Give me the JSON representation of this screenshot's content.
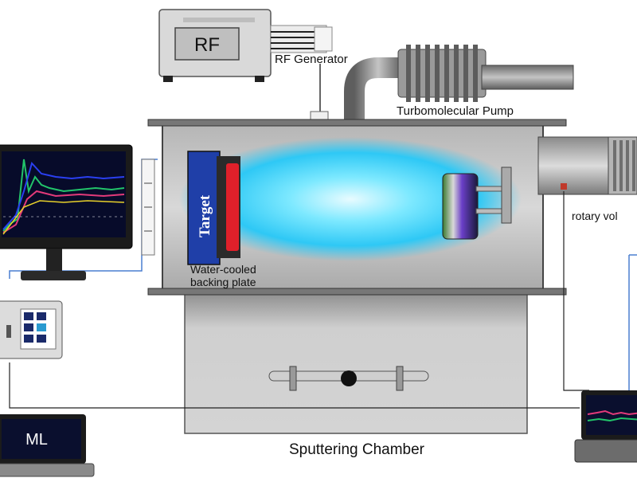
{
  "labels": {
    "rf_box": "RF",
    "rf_generator": "RF Generator",
    "turbo_pump": "Turbomolecular Pump",
    "target": "Target",
    "backing_plate_line1": "Water-cooled",
    "backing_plate_line2": "backing plate",
    "rotary": "rotary vol",
    "chamber": "Sputtering Chamber",
    "laptop": "ML"
  },
  "colors": {
    "plasma": "#3fd8ff",
    "target_blue": "#1f3fa8",
    "target_red": "#e0202a",
    "chamber_gray": "#c9c9c9",
    "cable_blue": "#4a7fd0"
  },
  "icons": [
    "monitor-icon",
    "controller-icon",
    "laptop-icon",
    "rf-generator-icon",
    "turbo-pump-icon",
    "rotary-pump-icon"
  ]
}
